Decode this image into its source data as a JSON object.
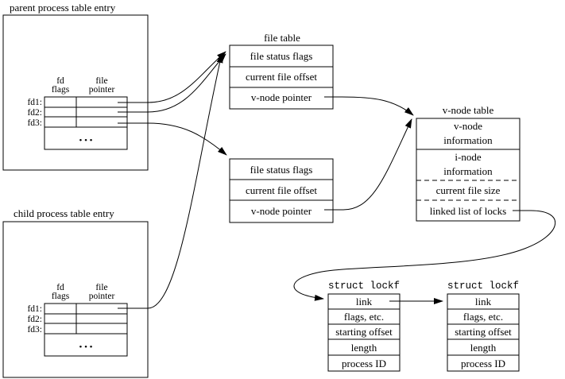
{
  "parent": {
    "title": "parent process table entry",
    "col_fd": "fd",
    "col_flags": "flags",
    "col_file": "file",
    "col_pointer": "pointer",
    "rows": [
      "fd1:",
      "fd2:",
      "fd3:"
    ],
    "ellipsis": "• • •"
  },
  "child": {
    "title": "child process table entry",
    "col_fd": "fd",
    "col_flags": "flags",
    "col_file": "file",
    "col_pointer": "pointer",
    "rows": [
      "fd1:",
      "fd2:",
      "fd3:"
    ],
    "ellipsis": "• • •"
  },
  "file_table": {
    "title": "file table",
    "entry1": [
      "file status flags",
      "current file offset",
      "v-node pointer"
    ],
    "entry2": [
      "file status flags",
      "current file offset",
      "v-node pointer"
    ]
  },
  "vnode_table": {
    "title": "v-node table",
    "vnode_info": [
      "v-node",
      "information"
    ],
    "inode_info": [
      "i-node",
      "information"
    ],
    "current_size": "current file size",
    "locks": "linked list of locks"
  },
  "lockf1": {
    "title": "struct lockf",
    "fields": [
      "link",
      "flags, etc.",
      "starting offset",
      "length",
      "process ID"
    ]
  },
  "lockf2": {
    "title": "struct lockf",
    "fields": [
      "link",
      "flags, etc.",
      "starting offset",
      "length",
      "process ID"
    ]
  }
}
